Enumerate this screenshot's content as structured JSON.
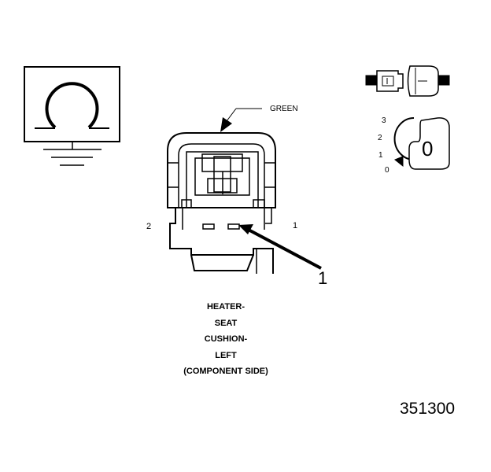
{
  "connector": {
    "color_label": "GREEN",
    "pin_left": "2",
    "pin_right": "1",
    "callout_number": "1",
    "caption_lines": [
      "HEATER-",
      "SEAT",
      "CUSHION-",
      "LEFT",
      "(COMPONENT SIDE)"
    ]
  },
  "key_icon": {
    "position_numbers": [
      "3",
      "2",
      "1",
      "0"
    ],
    "key_letter": "0"
  },
  "figure_number": "351300",
  "icons": [
    "ohmmeter-ground-icon",
    "connector-mating-icon",
    "key-position-icon"
  ]
}
